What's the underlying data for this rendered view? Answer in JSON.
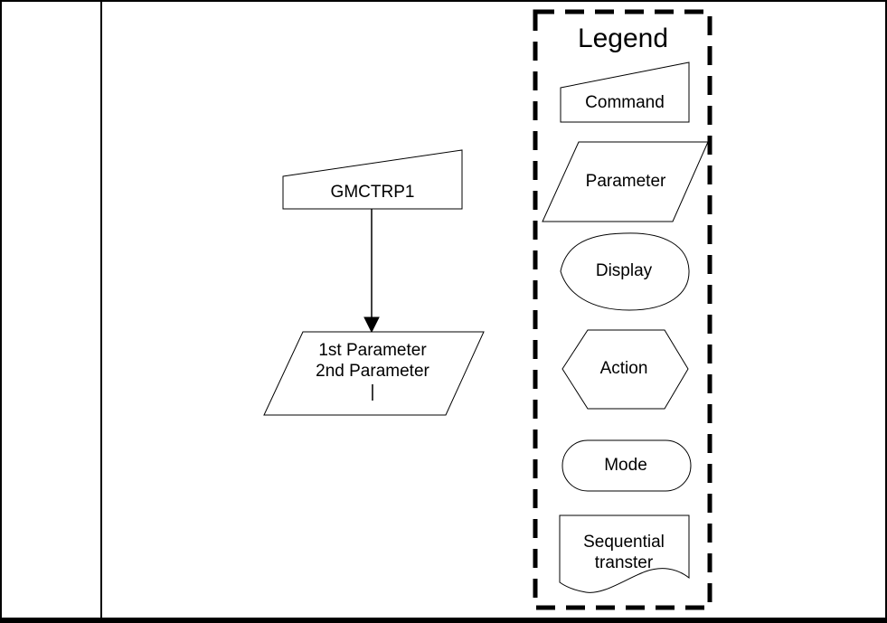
{
  "colors": {
    "ink": "#000000",
    "background": "#ffffff"
  },
  "flow": {
    "command_node": {
      "shape": "command",
      "label": "GMCTRP1"
    },
    "arrow": {
      "from": "command_node",
      "to": "parameter_node",
      "direction": "down"
    },
    "parameter_node": {
      "shape": "parameter",
      "label": "1st Parameter\n2nd Parameter\n|"
    }
  },
  "legend": {
    "title": "Legend",
    "items": [
      {
        "shape": "command",
        "label": "Command"
      },
      {
        "shape": "parameter",
        "label": "Parameter"
      },
      {
        "shape": "display",
        "label": "Display"
      },
      {
        "shape": "action",
        "label": "Action"
      },
      {
        "shape": "mode",
        "label": "Mode"
      },
      {
        "shape": "sequential-transfer",
        "label": "Sequential\ntranster"
      }
    ]
  }
}
